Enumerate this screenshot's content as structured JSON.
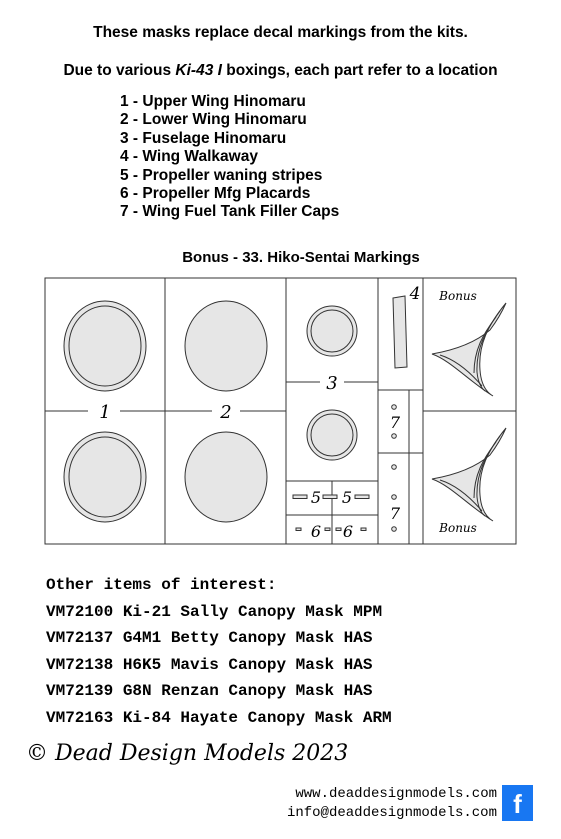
{
  "intro": {
    "line1": "These masks replace decal markings from the kits.",
    "line2_before": "Due to various ",
    "line2_italic": "Ki-43 I",
    "line2_after": " boxings, each part refer to a location"
  },
  "legend": [
    "1 - Upper Wing Hinomaru",
    "2 - Lower Wing Hinomaru",
    "3 - Fuselage Hinomaru",
    "4 - Wing Walkaway",
    "5 - Propeller waning stripes",
    "6 - Propeller Mfg Placards",
    "7 - Wing Fuel Tank Filler Caps"
  ],
  "bonus_title": "Bonus - 33. Hiko-Sentai Markings",
  "sheet": {
    "labels": {
      "n1": "1",
      "n2": "2",
      "n3": "3",
      "n4": "4",
      "n5a": "5",
      "n5b": "5",
      "n6a": "6",
      "n6b": "6",
      "n7a": "7",
      "n7b": "7",
      "bonus_top": "Bonus",
      "bonus_bottom": "Bonus"
    }
  },
  "other_items": {
    "heading": "Other items of interest:",
    "items": [
      "VM72100 Ki-21 Sally Canopy Mask MPM",
      "VM72137 G4M1 Betty Canopy Mask HAS",
      "VM72138 H6K5 Mavis Canopy Mask HAS",
      "VM72139 G8N Renzan Canopy Mask HAS",
      "VM72163 Ki-84 Hayate Canopy Mask ARM"
    ]
  },
  "copyright": "© Dead Design Models 2023",
  "contact": {
    "website": "www.deaddesignmodels.com",
    "email": "info@deaddesignmodels.com"
  },
  "social": {
    "icon": "facebook-icon",
    "glyph": "f",
    "color": "#1877f2"
  }
}
